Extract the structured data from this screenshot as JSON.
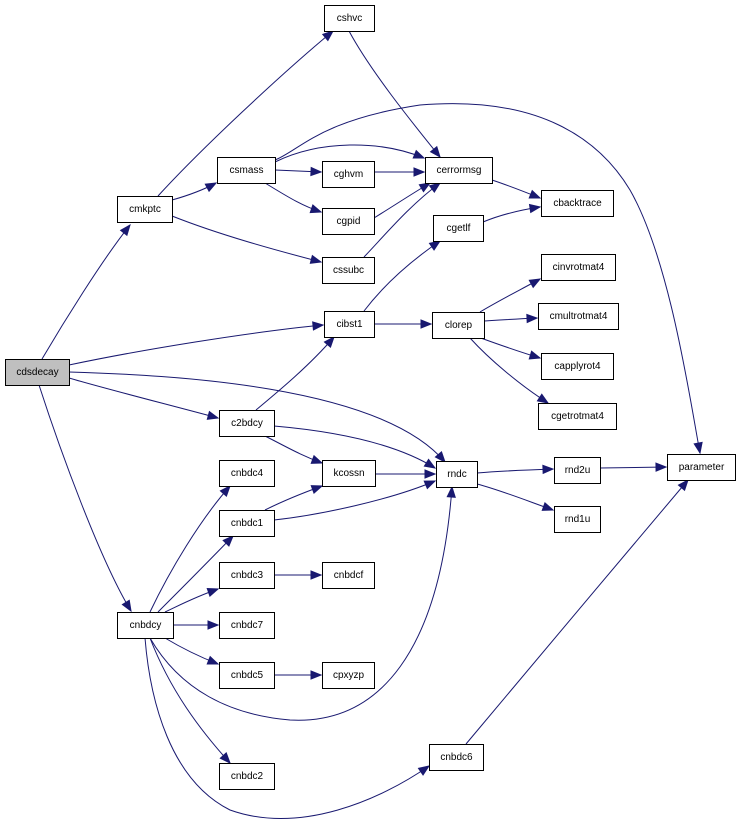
{
  "graph": {
    "kind": "call-graph",
    "root": "cdsdecay",
    "edge_color": "#191970",
    "root_fill": "#bfbfbf",
    "nodes": {
      "cdsdecay": "cdsdecay",
      "cmkptc": "cmkptc",
      "cshvc": "cshvc",
      "csmass": "csmass",
      "cghvm": "cghvm",
      "cerrormsg": "cerrormsg",
      "cgpid": "cgpid",
      "cbacktrace": "cbacktrace",
      "cgetlf": "cgetlf",
      "cssubc": "cssubc",
      "cinvrotmat4": "cinvrotmat4",
      "cibst1": "cibst1",
      "clorep": "clorep",
      "cmultrotmat4": "cmultrotmat4",
      "capplyrot4": "capplyrot4",
      "c2bdcy": "c2bdcy",
      "cgetrotmat4": "cgetrotmat4",
      "parameter": "parameter",
      "cnbdc4": "cnbdc4",
      "kcossn": "kcossn",
      "rndc": "rndc",
      "rnd2u": "rnd2u",
      "cnbdc1": "cnbdc1",
      "rnd1u": "rnd1u",
      "cnbdc3": "cnbdc3",
      "cnbdcf": "cnbdcf",
      "cnbdcy": "cnbdcy",
      "cnbdc7": "cnbdc7",
      "cnbdc5": "cnbdc5",
      "cpxyzp": "cpxyzp",
      "cnbdc6": "cnbdc6",
      "cnbdc2": "cnbdc2"
    },
    "edges": [
      [
        "cdsdecay",
        "cmkptc"
      ],
      [
        "cdsdecay",
        "cibst1"
      ],
      [
        "cdsdecay",
        "c2bdcy"
      ],
      [
        "cdsdecay",
        "rndc"
      ],
      [
        "cdsdecay",
        "cnbdcy"
      ],
      [
        "cmkptc",
        "cshvc"
      ],
      [
        "cmkptc",
        "csmass"
      ],
      [
        "cmkptc",
        "cssubc"
      ],
      [
        "cshvc",
        "cerrormsg"
      ],
      [
        "csmass",
        "cerrormsg"
      ],
      [
        "csmass",
        "cghvm"
      ],
      [
        "csmass",
        "cgpid"
      ],
      [
        "csmass",
        "parameter"
      ],
      [
        "cghvm",
        "cerrormsg"
      ],
      [
        "cgpid",
        "cerrormsg"
      ],
      [
        "cerrormsg",
        "cbacktrace"
      ],
      [
        "cssubc",
        "cerrormsg"
      ],
      [
        "cgetlf",
        "cbacktrace"
      ],
      [
        "cibst1",
        "cgetlf"
      ],
      [
        "cibst1",
        "clorep"
      ],
      [
        "clorep",
        "cinvrotmat4"
      ],
      [
        "clorep",
        "cmultrotmat4"
      ],
      [
        "clorep",
        "capplyrot4"
      ],
      [
        "clorep",
        "cgetrotmat4"
      ],
      [
        "c2bdcy",
        "cibst1"
      ],
      [
        "c2bdcy",
        "kcossn"
      ],
      [
        "c2bdcy",
        "rndc"
      ],
      [
        "kcossn",
        "rndc"
      ],
      [
        "rndc",
        "rnd2u"
      ],
      [
        "rndc",
        "rnd1u"
      ],
      [
        "rnd2u",
        "parameter"
      ],
      [
        "cnbdc1",
        "kcossn"
      ],
      [
        "cnbdc1",
        "rndc"
      ],
      [
        "cnbdc3",
        "cnbdcf"
      ],
      [
        "cnbdc5",
        "cpxyzp"
      ],
      [
        "cnbdc6",
        "parameter"
      ],
      [
        "cnbdcy",
        "cnbdc4"
      ],
      [
        "cnbdcy",
        "cnbdc1"
      ],
      [
        "cnbdcy",
        "cnbdc3"
      ],
      [
        "cnbdcy",
        "cnbdc7"
      ],
      [
        "cnbdcy",
        "cnbdc5"
      ],
      [
        "cnbdcy",
        "rndc"
      ],
      [
        "cnbdcy",
        "cnbdc2"
      ],
      [
        "cnbdcy",
        "cnbdc6"
      ]
    ]
  }
}
